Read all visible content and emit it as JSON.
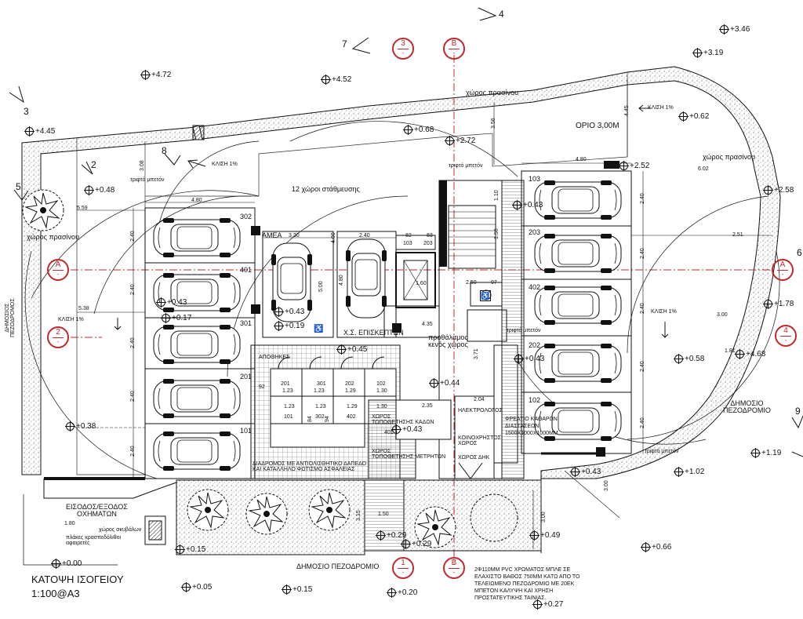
{
  "drawing": {
    "title": "ΚΑΤΟΨΗ ΙΣΟΓΕΙΟΥ",
    "scale": "1:100@A3"
  },
  "levels": [
    "+3.46",
    "+3.19",
    "+4.72",
    "+4.52",
    "+4.45",
    "+0.68",
    "+2.72",
    "+0.62",
    "+2.52",
    "+0.48",
    "+2.58",
    "+0.43",
    "+0.17",
    "+0.19",
    "+0.43",
    "+1.78",
    "+0.45",
    "+0.58",
    "+4.68",
    "+0.44",
    "+0.38",
    "+0.43",
    "+1.19",
    "+1.02",
    "+0.43",
    "+0.29",
    "+0.49",
    "+0.66",
    "+0.00",
    "+0.05",
    "+0.15",
    "+0.20",
    "+0.27",
    "+0.43",
    "+0.43",
    "+0.15",
    "+0.29"
  ],
  "section_marks": [
    "4",
    "7",
    "3",
    "8",
    "2",
    "5",
    "9",
    "6"
  ],
  "grid": {
    "bubbles": [
      {
        "id": "g3top",
        "num": "3",
        "sub": "-"
      },
      {
        "id": "gBtop",
        "num": "B",
        "sub": "-"
      },
      {
        "id": "gAleft",
        "num": "A",
        "sub": "-"
      },
      {
        "id": "g2left",
        "num": "2",
        "sub": "-"
      },
      {
        "id": "gAright",
        "num": "A",
        "sub": "-"
      },
      {
        "id": "g4right",
        "num": "4",
        "sub": "-"
      },
      {
        "id": "g1bot",
        "num": "1",
        "sub": "-"
      },
      {
        "id": "gBbot",
        "num": "B",
        "sub": "-"
      }
    ]
  },
  "labels": {
    "green_top": "χώρος πρασίνου",
    "green_right": "χώρος πρασίνου",
    "green_left": "χώρος πρασίνου",
    "limit": "ΟΡΙΟ 3,00Μ",
    "slope1": "ΚΛΙΣΗ 1%",
    "slope2": "ΚΛΙΣΗ 1%",
    "slope3": "ΚΛΙΣΗ 1%",
    "slope4": "ΚΛΙΣΗ 1%",
    "wall1": "τριφτό μπετόν",
    "wall2": "τριφτό μπετόν",
    "wall3": "τριφτό μπετόν",
    "wall4": "τριφτό μπετόν",
    "parking": "12 χώροι στάθμευσης",
    "amea": "ΑΜΕΑ",
    "visitor": "Χ.Σ. ΕΠΙΣΚΕΠΤΩΝ",
    "lobby": "προθάλαμος\nκενός χώρος",
    "public_sidewalk_left": "ΔΗΜΟΣΙΟΣ\nΠΕΖΟΔΡΟΜΟΣ",
    "public_sidewalk_right": "ΔΗΜΟΣΙΟ\nΠΕΖΟΔΡΟΜΙΟ",
    "public_sidewalk_bottom": "ΔΗΜΟΣΙΟ ΠΕΖΟΔΡΟΜΙΟ",
    "entrance": "ΕΙΣΟΔΟΣ/ΕΞΟΔΟΣ\nΟΧΗΜΑΤΩΝ",
    "trash": "χώρος σκυβάλων",
    "plates": "πλάκες κρασπεδόλιθοι\nαφαιρετές",
    "storage1": "ΑΠΟΘΗΚΕΣ",
    "storage2": "ΔΙΑΔΡΟΜΟΣ ΜΕ ΑΝΤΙΟΛΙΣΘΗΤΙΚΟ ΔΑΠΕΔΟ\nΚΑΙ ΚΑΤΑΛΛΗΛΟ ΦΩΤΙΣΜΟ ΑΣΦΑΛΕΙΑΣ",
    "electric": "ΗΛΕΚΤΡΟΛΟΓΟΣ",
    "bins": "ΧΩΡΟΣ\nΤΟΠΟΘΕΤΗΣΗΣ ΚΑΔΩΝ",
    "common": "ΚΟΙΝΟΧΡΗΣΤΟΣ\nΧΩΡΟΣ",
    "meters": "ΧΩΡΟΣ\nΤΟΠΟΘΕΤΗΣΗΣ ΜΕΤΡΗΤΩΝ",
    "dek": "ΧΩΡΟΣ ΔΗΚ",
    "well": "ΦΡΕΑΤΙΟ ΚΑΘΑΡΩΝ\nΔΙΑΣΤΑΣΕΩΝ\n1500Χ1000Χ1000MM",
    "pipe_note": "2Φ110ΜΜ PVC ΧΡΩΜΑΤΟΣ ΜΠΛΕ ΣΕ\nΕΛΑΧΙΣΤΟ ΒΑΘΟΣ 750ΜΜ ΚΑΤΩ ΑΠΟ ΤΟ\nΤΕΛΕΙΩΜΕΝΟ ΠΕΖΟΔΡΟΜΙΟ ΜΕ 20ΕΚ\nΜΠΕΤΟΝ ΚΑΛΥΨΗ ΚΑΙ ΧΡΗΣΗ\nΠΡΟΣΤΑΤΕΥΤΙΚΗΣ ΤΑΙΝΙΑΣ."
  },
  "spaces": {
    "left_stalls": [
      "302",
      "401",
      "301",
      "201",
      "101"
    ],
    "right_stalls": [
      "103",
      "203",
      "402",
      "202",
      "102"
    ],
    "stores_top": [
      "201",
      "301",
      "202",
      "102"
    ],
    "stores_top_area": [
      "1.23",
      "1.23",
      "1.29",
      "1.30"
    ],
    "stores_bot": [
      "101",
      "302",
      "402",
      "401"
    ],
    "stores_bot_area": [
      "1.23",
      "1.23",
      "1.29",
      "1.30"
    ],
    "small": [
      "103",
      "203"
    ]
  },
  "dims": [
    "4.80",
    "5.59",
    "3.30",
    "2.40",
    "82",
    "83",
    "1.10",
    "1.50",
    "1.60",
    "2.50",
    "97",
    "4.35",
    "3.71",
    "5.00",
    "4.80",
    "2.40",
    "2.40",
    "2.40",
    "2.40",
    "2.40",
    "2.40",
    "2.40",
    "2.40",
    "2.40",
    "2.40",
    "5.38",
    "4.80",
    "6.02",
    "3.56",
    "4.45",
    "3.08",
    "2.51",
    "3.00",
    "1.81",
    "2.35",
    "2.04",
    "3.00",
    "3.00",
    "1.50",
    "3.15",
    "1.80",
    "92",
    "84",
    "94",
    "4.00"
  ]
}
